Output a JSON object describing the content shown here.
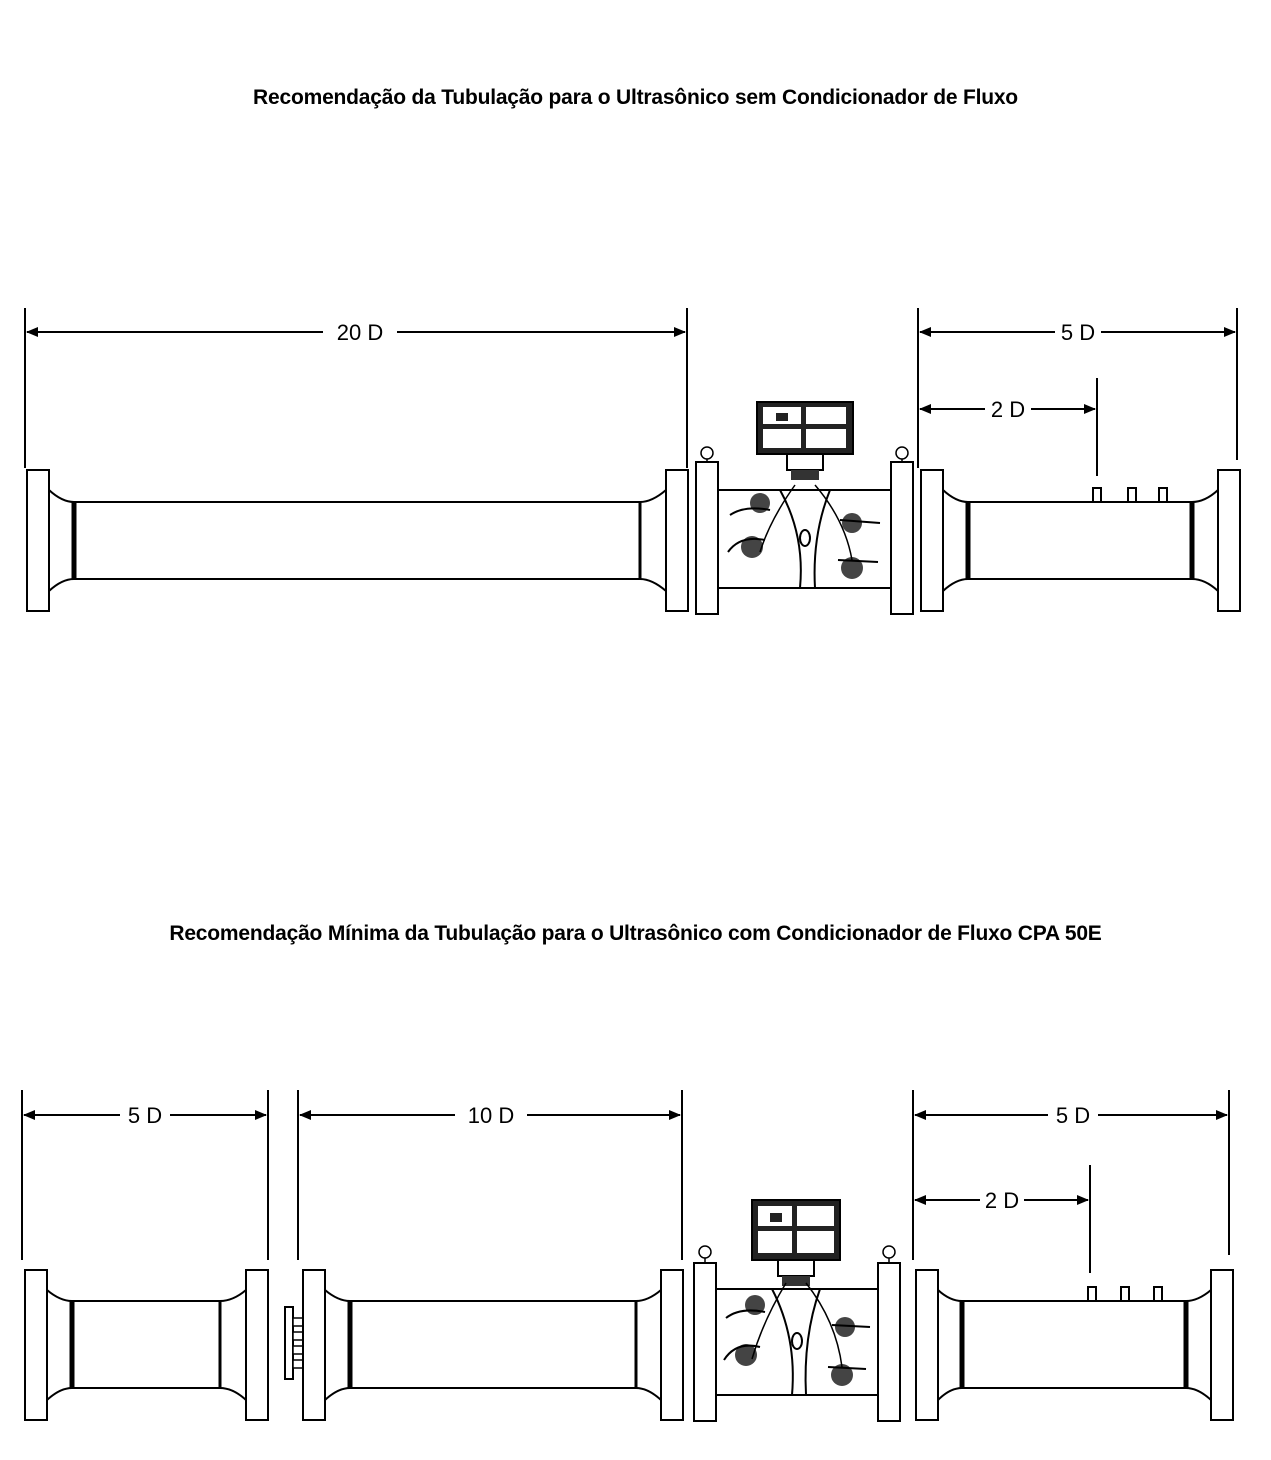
{
  "titles": {
    "top": "Recomendação da Tubulação para o Ultrasônico sem Condicionador de Fluxo",
    "bottom": "Recomendação Mínima da Tubulação para o Ultrasônico com Condicionador de Fluxo CPA 50E"
  },
  "diagram_top": {
    "upstream_label": "20 D",
    "downstream_label": "5 D",
    "tap_label": "2 D"
  },
  "diagram_bottom": {
    "upstream_short_label": "5 D",
    "upstream_long_label": "10 D",
    "downstream_label": "5 D",
    "tap_label": "2 D"
  }
}
